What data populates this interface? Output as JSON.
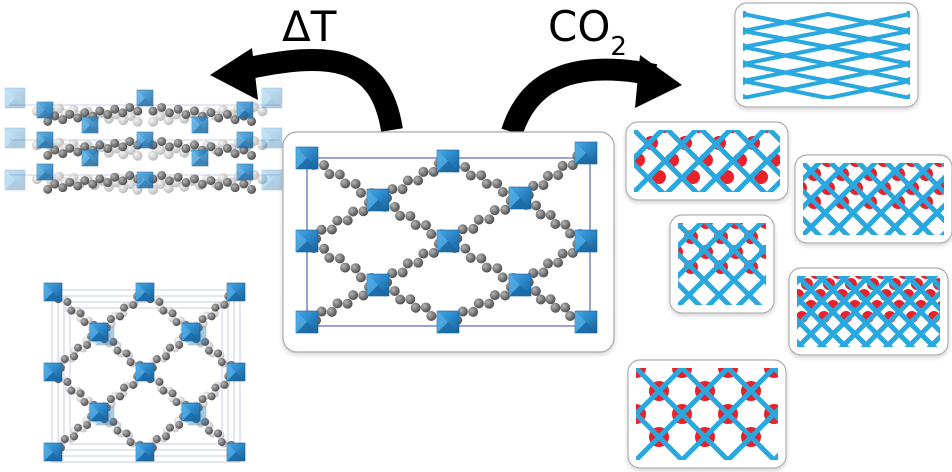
{
  "figure": {
    "left_stimulus": {
      "symbol": "ΔT"
    },
    "right_stimulus": {
      "base": "CO",
      "subscript": "2"
    }
  },
  "colors": {
    "framework_blue": "#29a8e0",
    "node_blue": "#2a86c7",
    "guest_red": "#e8212a",
    "linker_gray": "#6e6e6e",
    "arrow": "#000000",
    "panel_border": "#aaaaaa"
  },
  "panels": {
    "center": "framework-unit-cell",
    "left": [
      "collapsed-framework-side",
      "framework-end-view"
    ],
    "right": [
      "empty-framework",
      "guest-loaded-1",
      "guest-loaded-2",
      "guest-loaded-3",
      "guest-loaded-4",
      "guest-loaded-5"
    ]
  }
}
